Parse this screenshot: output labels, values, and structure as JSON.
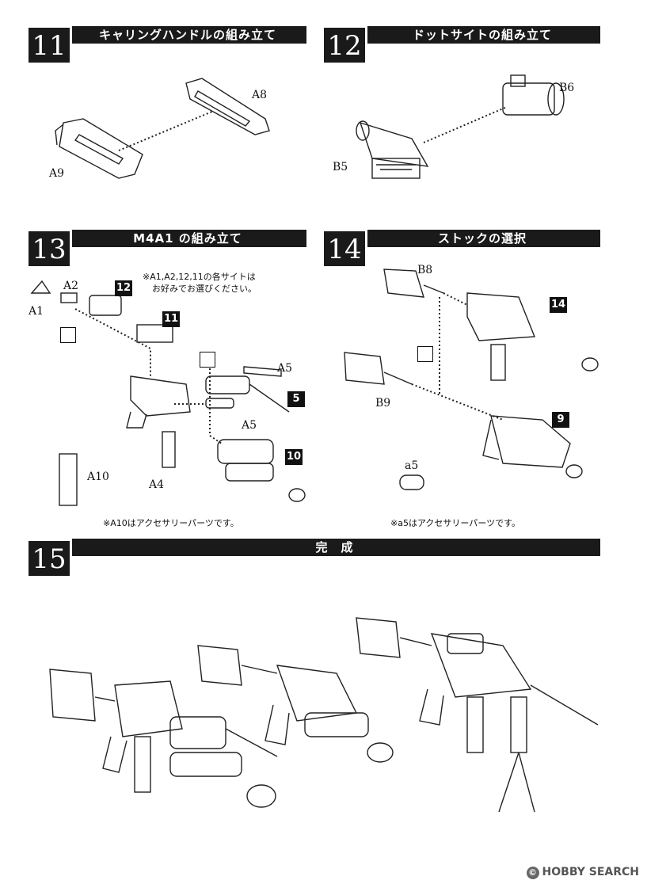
{
  "steps": [
    {
      "number": "11",
      "title": "キャリングハンドルの組み立て"
    },
    {
      "number": "12",
      "title": "ドットサイトの組み立て"
    },
    {
      "number": "13",
      "title": "M4A1 の組み立て"
    },
    {
      "number": "14",
      "title": "ストックの選択"
    },
    {
      "number": "15",
      "title": "完　成"
    }
  ],
  "labels": {
    "a8": "A8",
    "a9": "A9",
    "b6": "B6",
    "b5": "B5",
    "a1": "A1",
    "a2": "A2",
    "a5_top": "A5",
    "a5_bottom": "A5",
    "a10": "A10",
    "a4": "A4",
    "b8": "B8",
    "b9": "B9",
    "a5_small": "a5"
  },
  "badges": {
    "s13_12": "12",
    "s13_11": "11",
    "s13_5": "5",
    "s13_10": "10",
    "s14_14": "14",
    "s14_9": "9"
  },
  "notes": {
    "sight_line1": "※A1,A2,12,11の各サイトは",
    "sight_line2": "お好みでお選びください。",
    "a10_accessory": "※A10はアクセサリーパーツです。",
    "a5_accessory": "※a5はアクセサリーパーツです。"
  },
  "watermark": {
    "circle": "©",
    "text": "HOBBY SEARCH"
  }
}
